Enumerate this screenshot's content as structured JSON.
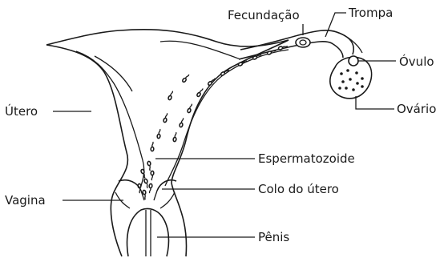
{
  "labels": {
    "fecundacao": "Fecundação",
    "trompa": "Trompa",
    "ovulo": "Óvulo",
    "ovario": "Ovário",
    "utero": "Útero",
    "espermatozoide": "Espermatozoide",
    "colo_do_utero": "Colo do útero",
    "vagina": "Vagina",
    "penis": "Pênis"
  },
  "colors": {
    "ink": "#1a1a1a",
    "background": "#ffffff"
  }
}
